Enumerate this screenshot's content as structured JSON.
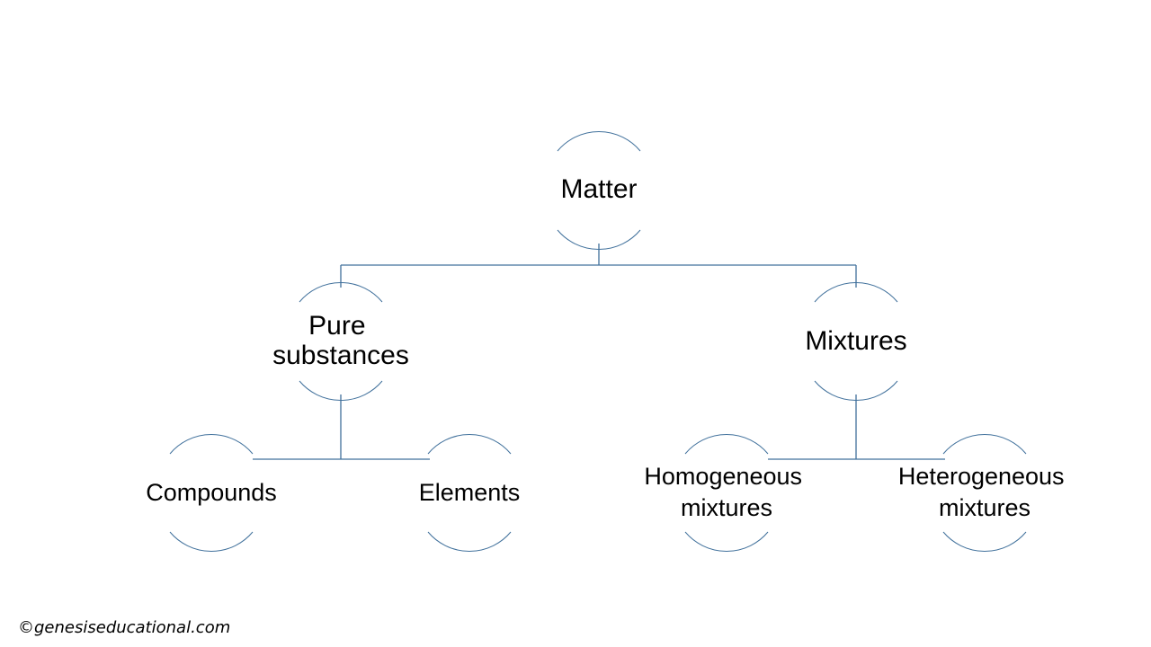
{
  "diagram": {
    "root": {
      "label": "Matter"
    },
    "branches": [
      {
        "label_lines": [
          "Pure",
          "substances"
        ],
        "children": [
          {
            "label_lines": [
              "Compounds"
            ]
          },
          {
            "label_lines": [
              "Elements"
            ]
          }
        ]
      },
      {
        "label_lines": [
          "Mixtures"
        ],
        "children": [
          {
            "label_lines": [
              "Homogeneous",
              "mixtures"
            ]
          },
          {
            "label_lines": [
              "Heterogeneous",
              "mixtures"
            ]
          }
        ]
      }
    ]
  },
  "colors": {
    "connector": "#41719C",
    "arc": "#41719C"
  },
  "copyright": "©genesiseducational.com"
}
